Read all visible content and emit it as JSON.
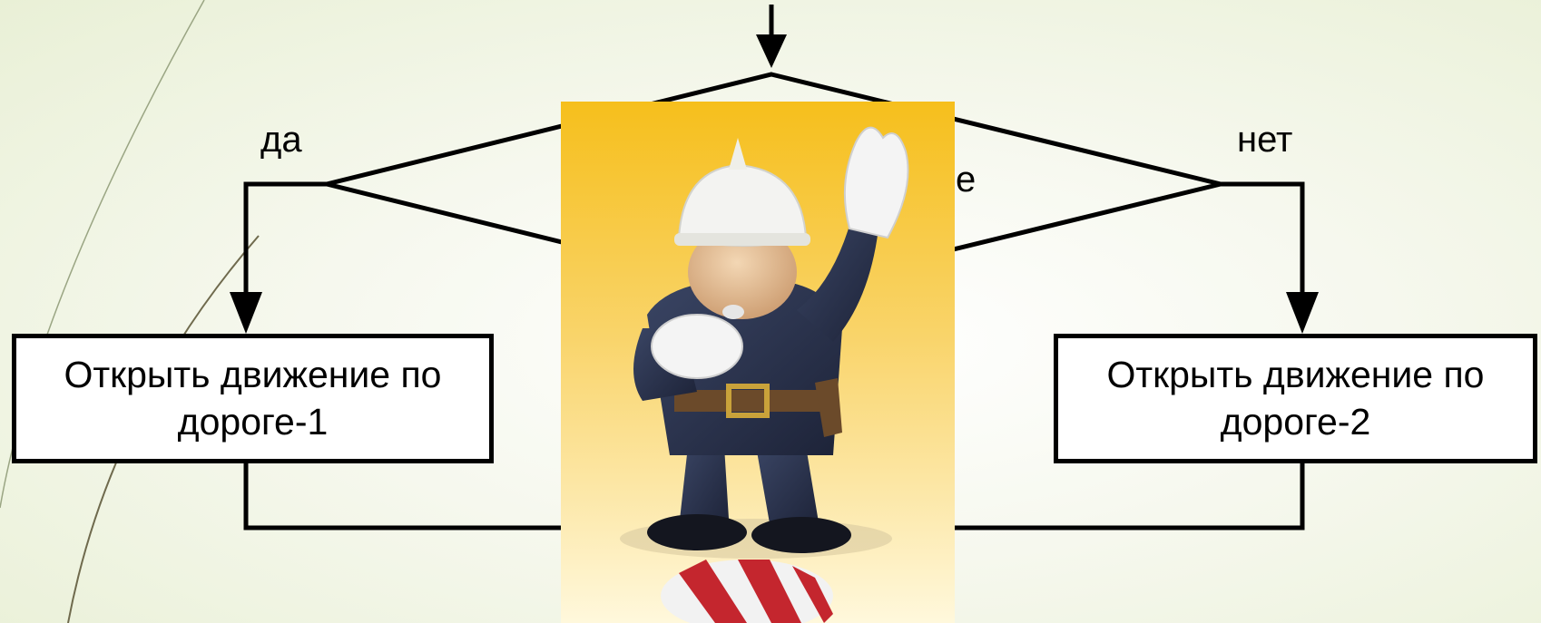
{
  "diagram": {
    "branch_yes": "да",
    "branch_no": "нет",
    "condition_visible_fragment": "е",
    "box_left": "Открыть движение по дороге-1",
    "box_right": "Открыть движение по дороге-2"
  },
  "illustration": {
    "subject": "traffic-policeman-figurine"
  },
  "colors": {
    "line": "#000000",
    "background": "#f4f7ea",
    "photo_top": "#f7c21a",
    "photo_bottom": "#fff7d8"
  }
}
